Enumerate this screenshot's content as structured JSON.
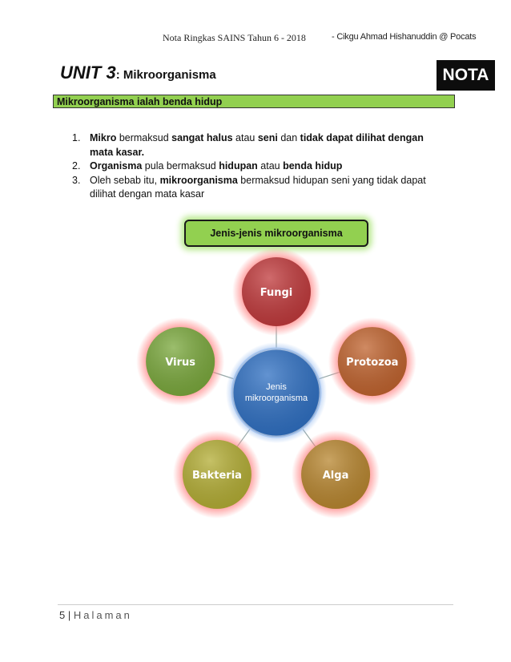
{
  "header": {
    "left": "Nota Ringkas SAINS Tahun 6 - 2018",
    "right": "- Cikgu Ahmad Hishanuddin @ Pocats"
  },
  "unit": {
    "prefix": "UNIT 3",
    "sep": ": ",
    "name": "Mikroorganisma",
    "badge": "NOTA"
  },
  "definition": "Mikroorganisma ialah benda hidup",
  "points": [
    {
      "num": "1.",
      "parts": [
        {
          "t": "Mikro",
          "b": true
        },
        {
          "t": " bermaksud ",
          "b": false
        },
        {
          "t": "sangat halus",
          "b": true
        },
        {
          "t": " atau ",
          "b": false
        },
        {
          "t": "seni",
          "b": true
        },
        {
          "t": " dan ",
          "b": false
        },
        {
          "t": "tidak dapat dilihat dengan mata kasar.",
          "b": true
        }
      ]
    },
    {
      "num": "2.",
      "parts": [
        {
          "t": "Organisma",
          "b": true
        },
        {
          "t": " pula bermaksud ",
          "b": false
        },
        {
          "t": "hidupan",
          "b": true
        },
        {
          "t": " atau ",
          "b": false
        },
        {
          "t": "benda hidup",
          "b": true
        }
      ]
    },
    {
      "num": "3.",
      "parts": [
        {
          "t": "Oleh sebab itu, ",
          "b": false
        },
        {
          "t": "mikroorganisma",
          "b": true
        },
        {
          "t": " bermaksud hidupan seni yang tidak dapat dilihat dengan mata kasar",
          "b": false
        }
      ]
    }
  ],
  "diagram": {
    "title": "Jenis-jenis mikroorganisma",
    "center": [
      "Jenis",
      "mikroorganisma"
    ],
    "nodes": [
      {
        "label": "Fungi",
        "color": "#c0393b"
      },
      {
        "label": "Protozoa",
        "color": "#c0632e"
      },
      {
        "label": "Alga",
        "color": "#b8862f"
      },
      {
        "label": "Bakteria",
        "color": "#b3ad34"
      },
      {
        "label": "Virus",
        "color": "#7aa83c"
      }
    ],
    "center_color": "#2e6fc2",
    "glow_color": "#ff8a8a"
  },
  "footer": {
    "page": "5",
    "sep": " | ",
    "word": "Halaman"
  }
}
